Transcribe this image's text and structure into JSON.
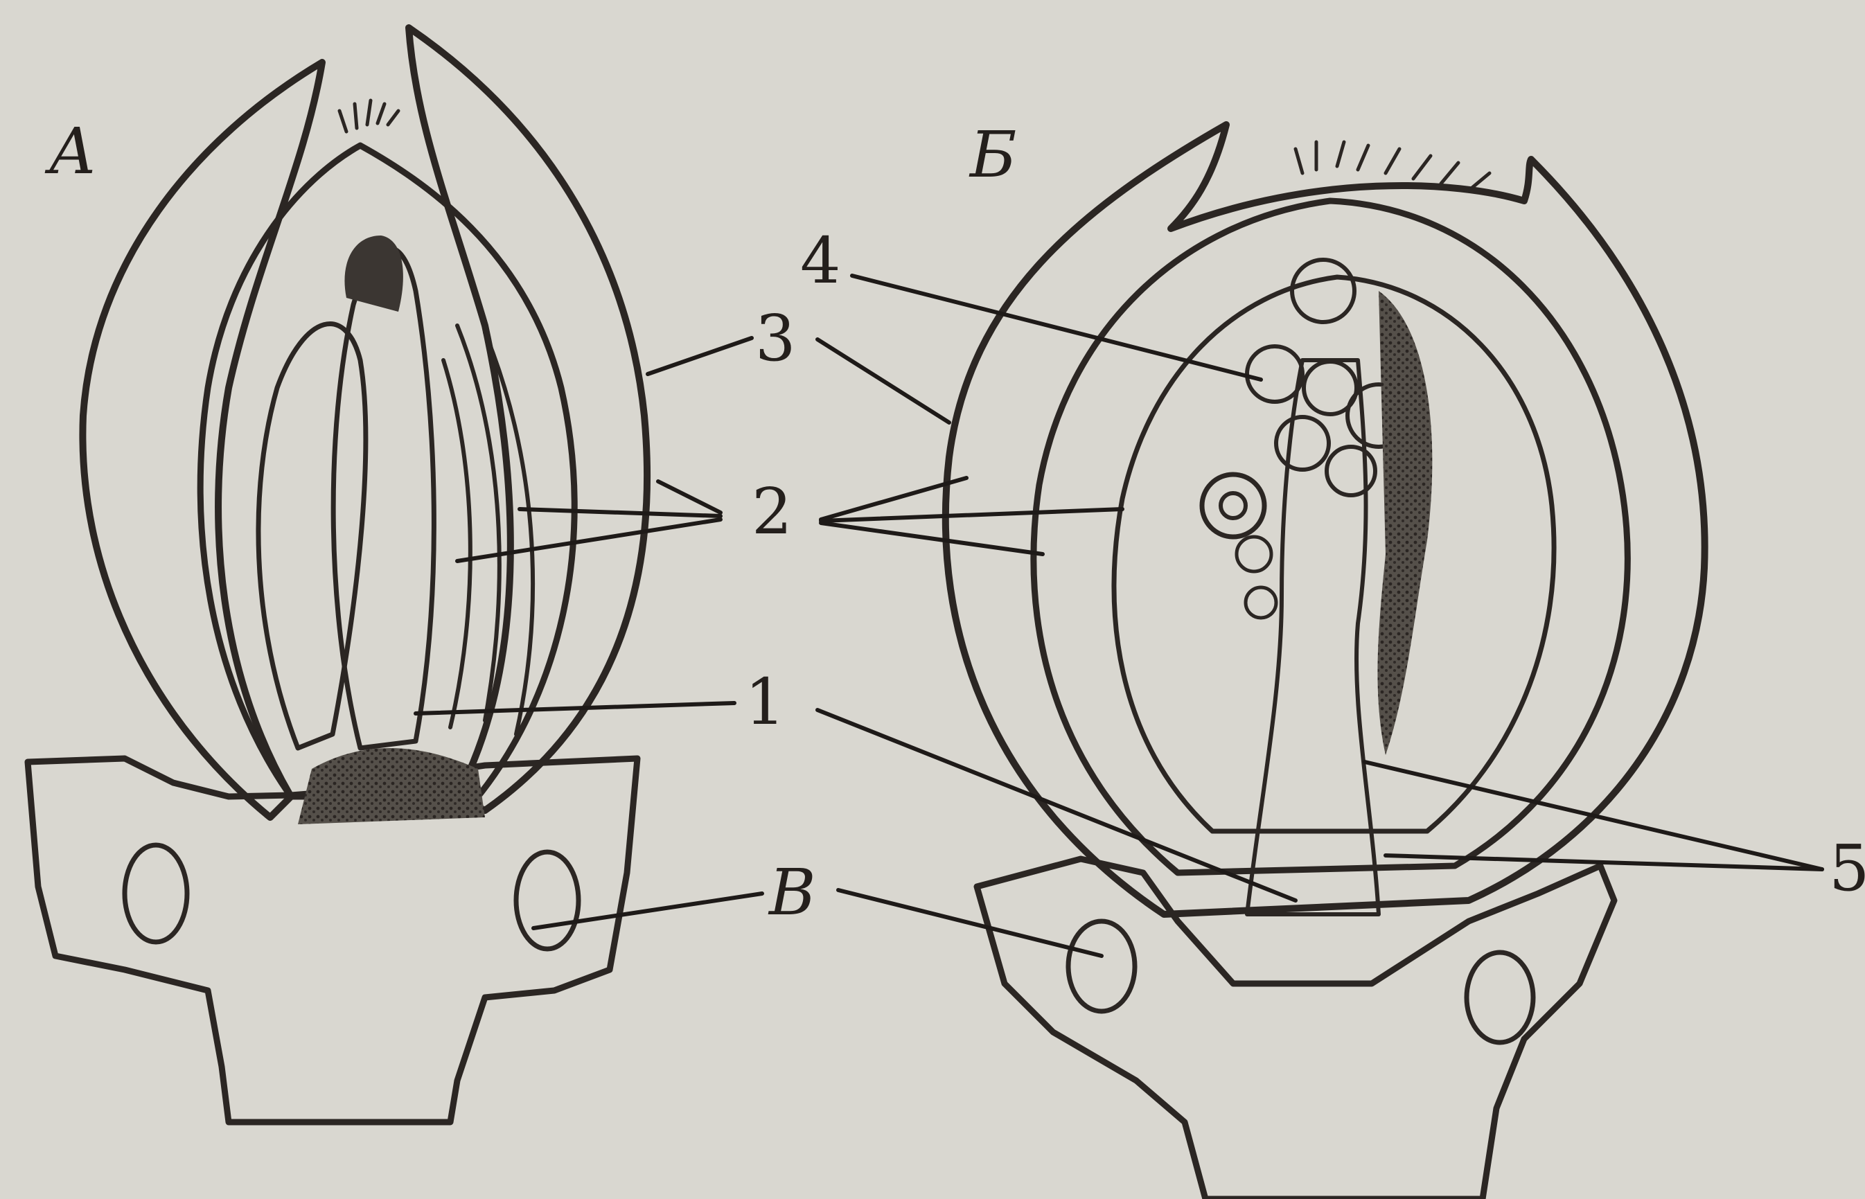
{
  "figure": {
    "panel_labels": {
      "a": "А",
      "b": "Б"
    },
    "callouts": {
      "n1": "1",
      "n2": "2",
      "n3": "3",
      "n4": "4",
      "n5": "5",
      "v": "В"
    },
    "colors": {
      "background": "#d9d7d0",
      "ink": "#2b2623",
      "shade": "#6f6a64"
    }
  }
}
